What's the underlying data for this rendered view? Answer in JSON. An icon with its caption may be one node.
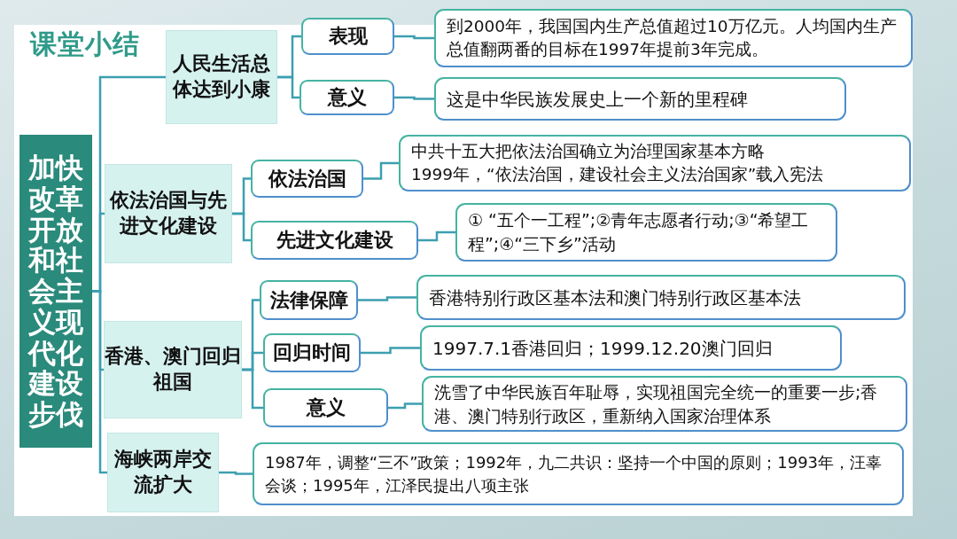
{
  "diagram": {
    "title": "课堂小结",
    "nodes": [
      {
        "text": [
          "加快改革开放和社会主义现代化建设步伐"
        ]
      },
      {
        "text": [
          "人民生活总体达到小康"
        ]
      },
      {
        "text": [
          "表现"
        ]
      },
      {
        "text": [
          "到2000年，我国国内生产总值超过10万亿元。人均国内生产总值翻两番的目标在1997年提前3年完成。"
        ]
      },
      {
        "text": [
          "意义"
        ]
      },
      {
        "text": [
          "这是中华民族发展史上一个新的里程碑"
        ]
      },
      {
        "text": [
          "依法治国与先进文化建设"
        ]
      },
      {
        "text": [
          "依法治国"
        ]
      },
      {
        "text": [
          "中共十五大把依法治国确立为治理国家基本方略",
          "1999年，“依法治国，建设社会主义法治国家”载入宪法"
        ]
      },
      {
        "text": [
          "先进文化建设"
        ]
      },
      {
        "text": [
          "① “五个一工程”;②青年志愿者行动;③“希望工程”;④“三下乡”活动"
        ]
      },
      {
        "text": [
          "香港、澳门回归祖国"
        ]
      },
      {
        "text": [
          "法律保障"
        ]
      },
      {
        "text": [
          "香港特别行政区基本法和澳门特别行政区基本法"
        ]
      },
      {
        "text": [
          "回归时间"
        ]
      },
      {
        "text": [
          "1997.7.1香港回归；1999.12.20澳门回归"
        ]
      },
      {
        "text": [
          "意义"
        ]
      },
      {
        "text": [
          "洗雪了中华民族百年耻辱，实现祖国完全统一的重要一步;香港、澳门特别行政区，重新纳入国家治理体系"
        ]
      },
      {
        "text": [
          "海峡两岸交流扩大"
        ]
      },
      {
        "text": [
          "1987年，调整“三不”政策；1992年，九二共识：坚持一个中国的原则；1993年，汪辜会谈；1995年，江泽民提出八项主张"
        ]
      }
    ],
    "edges": [
      {
        "from": 0,
        "to": 1,
        "arrow": "none"
      },
      {
        "from": 0,
        "to": 6,
        "arrow": "none"
      },
      {
        "from": 0,
        "to": 11,
        "arrow": "none"
      },
      {
        "from": 0,
        "to": 18,
        "arrow": "none"
      },
      {
        "from": 1,
        "to": 2,
        "arrow": "none"
      },
      {
        "from": 1,
        "to": 4,
        "arrow": "none"
      },
      {
        "from": 2,
        "to": 3,
        "arrow": "none"
      },
      {
        "from": 4,
        "to": 5,
        "arrow": "none"
      },
      {
        "from": 6,
        "to": 7,
        "arrow": "none"
      },
      {
        "from": 6,
        "to": 9,
        "arrow": "none"
      },
      {
        "from": 7,
        "to": 8,
        "arrow": "none"
      },
      {
        "from": 9,
        "to": 10,
        "arrow": "none"
      },
      {
        "from": 11,
        "to": 12,
        "arrow": "none"
      },
      {
        "from": 11,
        "to": 14,
        "arrow": "none"
      },
      {
        "from": 11,
        "to": 16,
        "arrow": "none"
      },
      {
        "from": 12,
        "to": 13,
        "arrow": "none"
      },
      {
        "from": 14,
        "to": 15,
        "arrow": "none"
      },
      {
        "from": 16,
        "to": 17,
        "arrow": "none"
      },
      {
        "from": 18,
        "to": 19,
        "arrow": "none"
      }
    ]
  }
}
